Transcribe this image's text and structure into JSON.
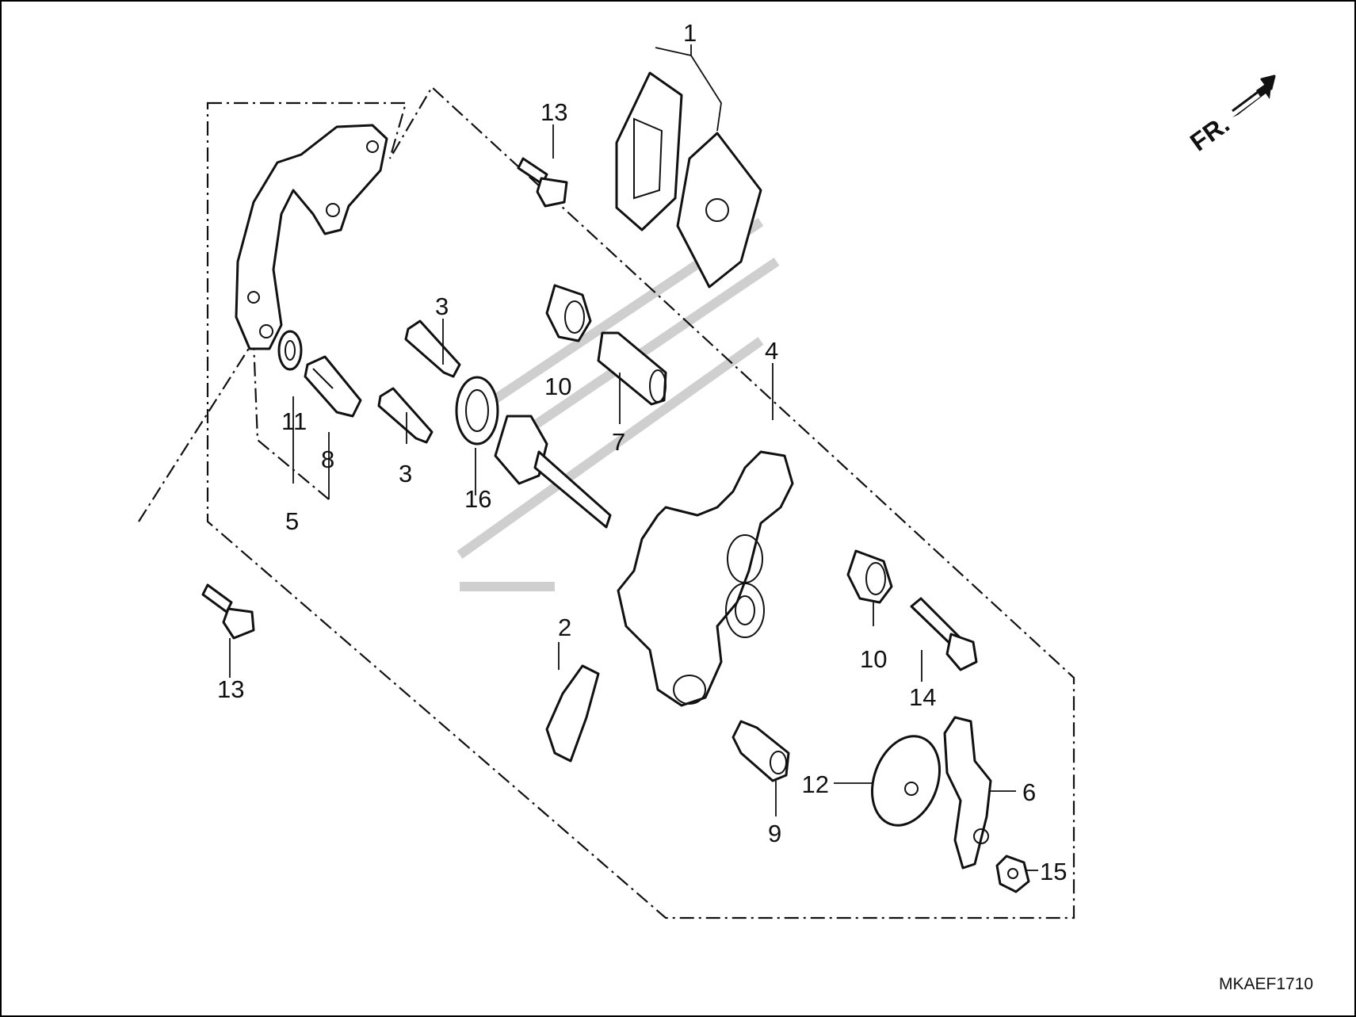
{
  "diagram": {
    "code": "MKAEF1710",
    "direction_marker": "FR.",
    "callouts": [
      {
        "id": "c1",
        "text": "1"
      },
      {
        "id": "c2",
        "text": "2"
      },
      {
        "id": "c3a",
        "text": "3"
      },
      {
        "id": "c3b",
        "text": "3"
      },
      {
        "id": "c4",
        "text": "4"
      },
      {
        "id": "c5",
        "text": "5"
      },
      {
        "id": "c6",
        "text": "6"
      },
      {
        "id": "c7",
        "text": "7"
      },
      {
        "id": "c8",
        "text": "8"
      },
      {
        "id": "c9",
        "text": "9"
      },
      {
        "id": "c10a",
        "text": "10"
      },
      {
        "id": "c10b",
        "text": "10"
      },
      {
        "id": "c11",
        "text": "11"
      },
      {
        "id": "c12",
        "text": "12"
      },
      {
        "id": "c13a",
        "text": "13"
      },
      {
        "id": "c13b",
        "text": "13"
      },
      {
        "id": "c14",
        "text": "14"
      },
      {
        "id": "c15",
        "text": "15"
      },
      {
        "id": "c16",
        "text": "16"
      }
    ]
  }
}
